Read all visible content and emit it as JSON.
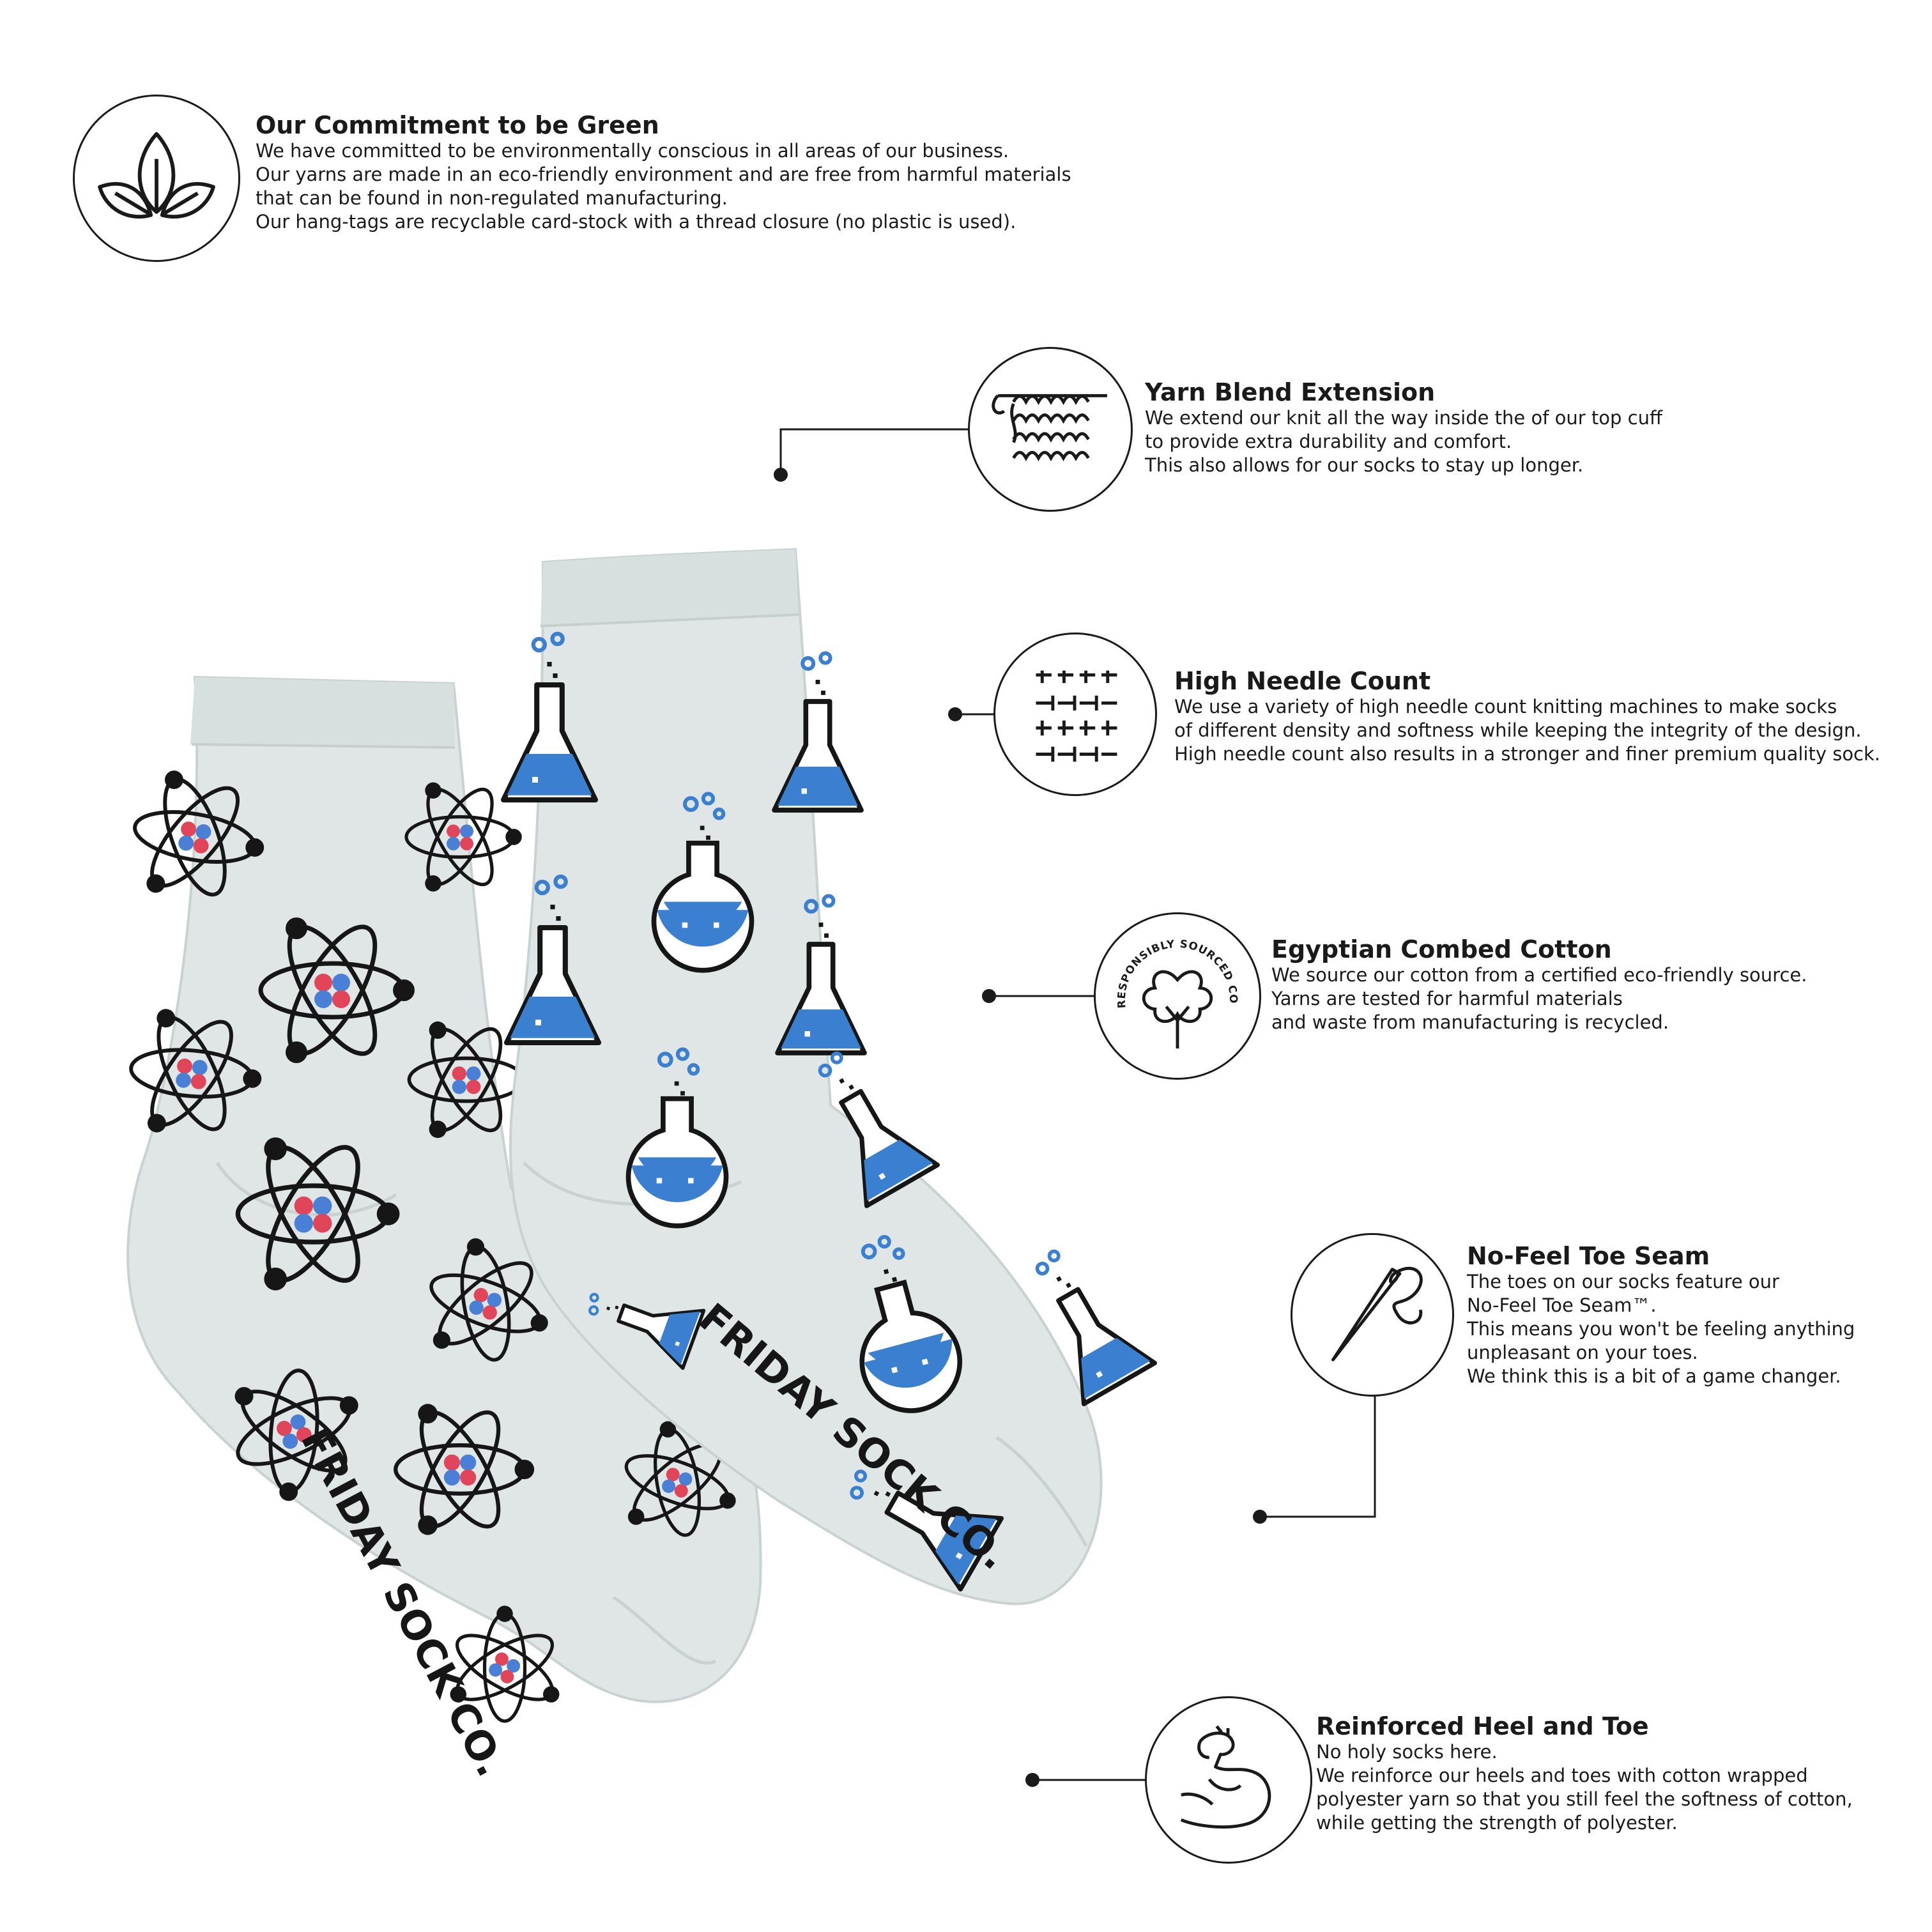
{
  "features": {
    "green": {
      "title": "Our Commitment to be Green",
      "lines": [
        "We have committed to be environmentally conscious in all areas of our business.",
        "Our yarns are made in an eco-friendly environment and are free from harmful materials",
        "that can be found in non-regulated manufacturing.",
        "Our hang-tags are recyclable card-stock with a thread closure (no plastic is used)."
      ],
      "icon": "leaves-icon"
    },
    "yarn": {
      "title": "Yarn Blend Extension",
      "lines": [
        "We extend our knit all the way inside the of our top cuff",
        "to provide extra durability and comfort.",
        "This also allows for our socks to stay up longer."
      ],
      "icon": "knit-stitch-icon"
    },
    "needle": {
      "title": "High Needle Count",
      "lines": [
        "We use a variety of high needle count knitting machines to make socks",
        "of different density and softness while keeping the integrity of the design.",
        "High needle count also results in a stronger and finer premium quality sock."
      ],
      "icon": "weave-pattern-icon"
    },
    "cotton": {
      "title": "Egyptian Combed Cotton",
      "lines": [
        "We source our cotton from a certified eco-friendly source.",
        "Yarns are tested for harmful materials",
        "and waste from manufacturing is recycled."
      ],
      "icon": "cotton-flower-icon",
      "badge_text": "RESPONSIBLY SOURCED COTTON"
    },
    "toe": {
      "title": "No-Feel Toe Seam",
      "lines": [
        "The toes on our socks feature our",
        "No-Feel Toe Seam™.",
        "This means you won't be feeling anything",
        "unpleasant on your toes.",
        "We think this is a bit of a game changer."
      ],
      "icon": "needle-thread-icon"
    },
    "heel": {
      "title": "Reinforced Heel and Toe",
      "lines": [
        "No holy socks here.",
        "We reinforce our heels and toes with cotton wrapped",
        "polyester yarn so that you still feel the softness of cotton,",
        "while getting the strength of polyester."
      ],
      "icon": "flexed-arm-icon"
    }
  },
  "product": {
    "brand_print": "FRIDAY SOCK CO.",
    "left_sock_pattern": "atom-icon",
    "right_sock_pattern": "flask-icon",
    "colors": {
      "sock": "#dfe6e5",
      "sock_shade": "#c9d2d1",
      "outline": "#161616",
      "flask_blue": "#3a7fd0",
      "nucleus_red": "#e0455a",
      "nucleus_blue": "#4a7fd6"
    }
  }
}
